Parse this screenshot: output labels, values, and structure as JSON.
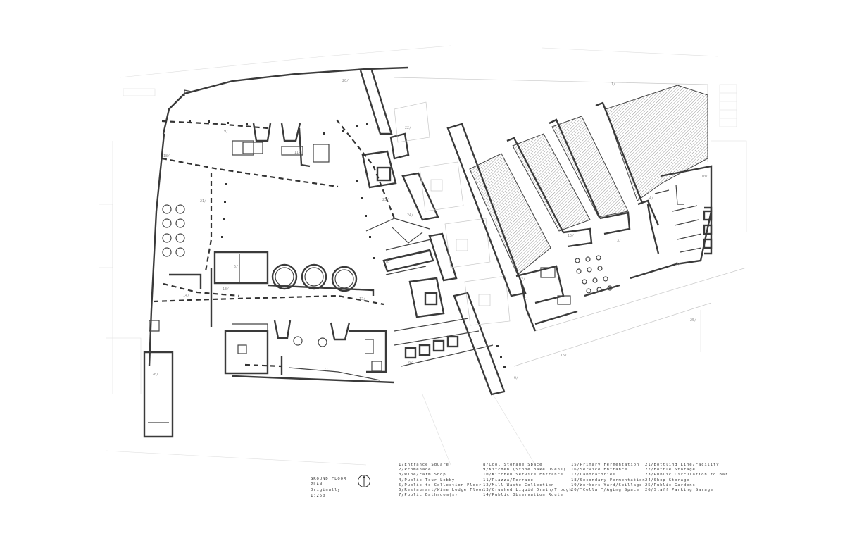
{
  "drawing": {
    "title": "GROUND FLOOR PLAN",
    "scale": "Originally   1:250",
    "north_arrow_icon": "north-arrow-icon"
  },
  "space_tags": [
    {
      "text": "20/"
    },
    {
      "text": "19/"
    },
    {
      "text": "18/"
    },
    {
      "text": "21/"
    },
    {
      "text": "22/"
    },
    {
      "text": "23/"
    },
    {
      "text": "24/"
    },
    {
      "text": "8/"
    },
    {
      "text": "13/"
    },
    {
      "text": "14/"
    },
    {
      "text": "12/"
    },
    {
      "text": "17/"
    },
    {
      "text": "9/"
    },
    {
      "text": "25/"
    },
    {
      "text": "16/"
    },
    {
      "text": "6/"
    },
    {
      "text": "1/"
    },
    {
      "text": "3/"
    },
    {
      "text": "26/"
    },
    {
      "text": "4/"
    },
    {
      "text": "2/"
    },
    {
      "text": "7/"
    },
    {
      "text": "10/"
    },
    {
      "text": "15/"
    },
    {
      "text": "5/"
    },
    {
      "text": "11/"
    },
    {
      "text": "6/"
    }
  ],
  "legend": {
    "columns": [
      [
        "1/Entrance Square",
        "2/Promenade",
        "3/Wine/Farm Shop",
        "4/Public Tour Lobby",
        "5/Public to Collection Floor",
        "6/Restaurant/Wine Lodge Floor",
        "7/Public Bathroom(s)"
      ],
      [
        "8/Cool Storage Space",
        "9/Kitchen (Stone Bake Ovens)",
        "10/Kitchen Service Entrance",
        "11/Piazza/Terrace",
        "12/Mill Waste Collection",
        "13/Crushed Liquid Drain/Trough",
        "14/Public Observation Route"
      ],
      [
        "15/Primary Fermentation",
        "16/Service Entrance",
        "17/Laboratories",
        "18/Secondary Fermentation",
        "19/Workers Yard/Spillage",
        "20/\"Cellar\"/Aging Space"
      ],
      [
        "21/Bottling Line/Facility",
        "22/Bottle Storage",
        "23/Public Circulation to Bar",
        "24/Shop Storage",
        "25/Public Gardens",
        "26/Staff Parking Garage"
      ]
    ]
  },
  "colors": {
    "line": "#3a3a3a",
    "context_line": "#c8c8c8",
    "hatch": "#9a9a9a",
    "background": "#ffffff"
  }
}
